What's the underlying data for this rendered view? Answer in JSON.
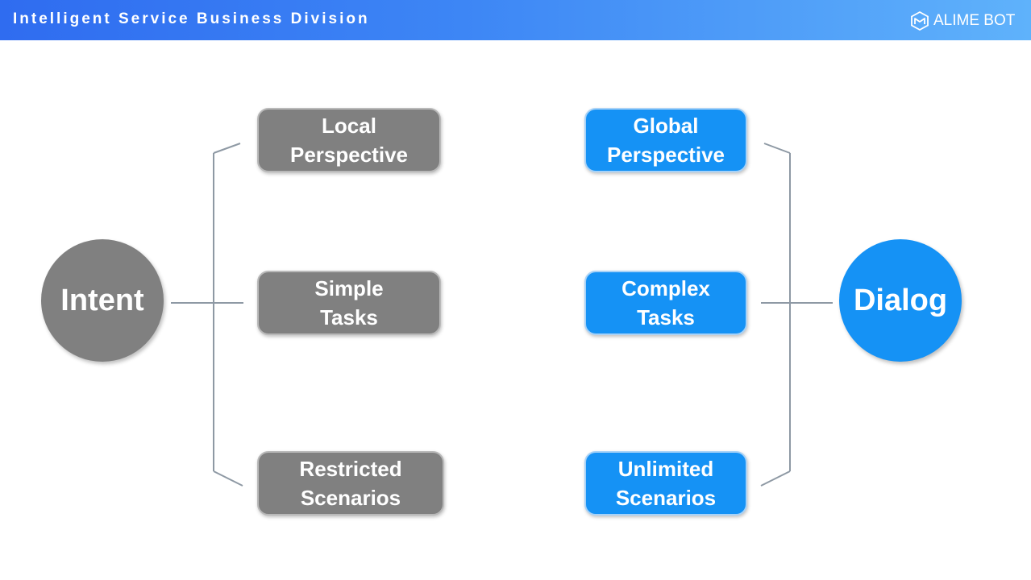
{
  "header": {
    "title": "Intelligent Service Business Division",
    "logo_text": "ALIME BOT"
  },
  "colors": {
    "header_start": "#2f6cf0",
    "header_end": "#5fb2fb",
    "gray_node": "#808080",
    "blue_node": "#1592f5",
    "connector": "#8e99a4"
  },
  "diagram": {
    "left_root": "Intent",
    "right_root": "Dialog",
    "left_items": [
      {
        "line1": "Local",
        "line2": "Perspective"
      },
      {
        "line1": "Simple",
        "line2": "Tasks"
      },
      {
        "line1": "Restricted",
        "line2": "Scenarios"
      }
    ],
    "right_items": [
      {
        "line1": "Global",
        "line2": "Perspective"
      },
      {
        "line1": "Complex",
        "line2": "Tasks"
      },
      {
        "line1": "Unlimited",
        "line2": "Scenarios"
      }
    ]
  }
}
